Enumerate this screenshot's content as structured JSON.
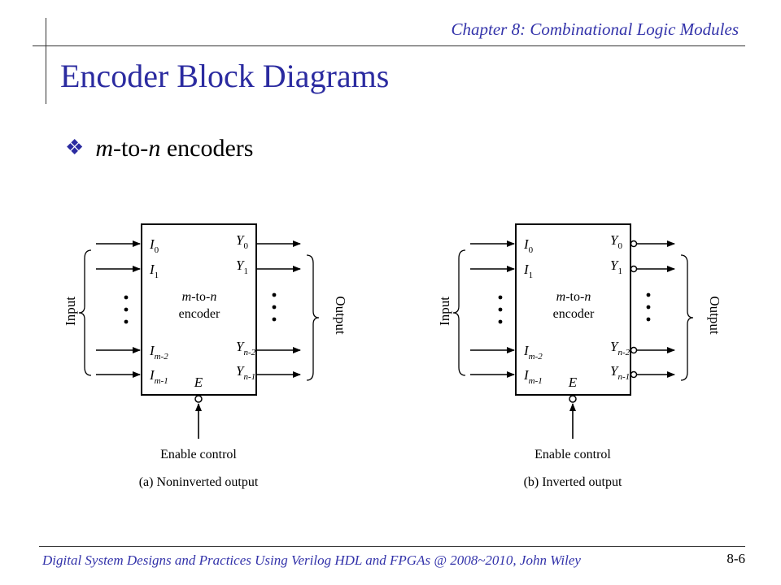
{
  "header": {
    "chapter": "Chapter 8: Combinational Logic Modules",
    "title": "Encoder Block Diagrams"
  },
  "bullet": {
    "m": "m",
    "to": "-to-",
    "n": "n",
    "rest": "encoders"
  },
  "diagrams": [
    {
      "inputs_label": "Input",
      "outputs_label": "Output",
      "block_line1_m": "m",
      "block_line1_to": "-to-",
      "block_line1_n": "n",
      "block_line2": "encoder",
      "enable_pin": "E",
      "enable_label": "Enable control",
      "caption": "(a) Noninverted output",
      "inverted": false
    },
    {
      "inputs_label": "Input",
      "outputs_label": "Output",
      "block_line1_m": "m",
      "block_line1_to": "-to-",
      "block_line1_n": "n",
      "block_line2": "encoder",
      "enable_pin": "E",
      "enable_label": "Enable control",
      "caption": "(b) Inverted output",
      "inverted": true
    }
  ],
  "pins": {
    "in": [
      {
        "base": "I",
        "sub": "0"
      },
      {
        "base": "I",
        "sub": "1"
      },
      {
        "base": "I",
        "sub": "m-2"
      },
      {
        "base": "I",
        "sub": "m-1"
      }
    ],
    "out": [
      {
        "base": "Y",
        "sub": "0"
      },
      {
        "base": "Y",
        "sub": "1"
      },
      {
        "base": "Y",
        "sub": "n-2"
      },
      {
        "base": "Y",
        "sub": "n-1"
      }
    ]
  },
  "footer": {
    "text": "Digital System Designs and Practices Using Verilog HDL and FPGAs @ 2008~2010, John Wiley",
    "page": "8-6"
  }
}
